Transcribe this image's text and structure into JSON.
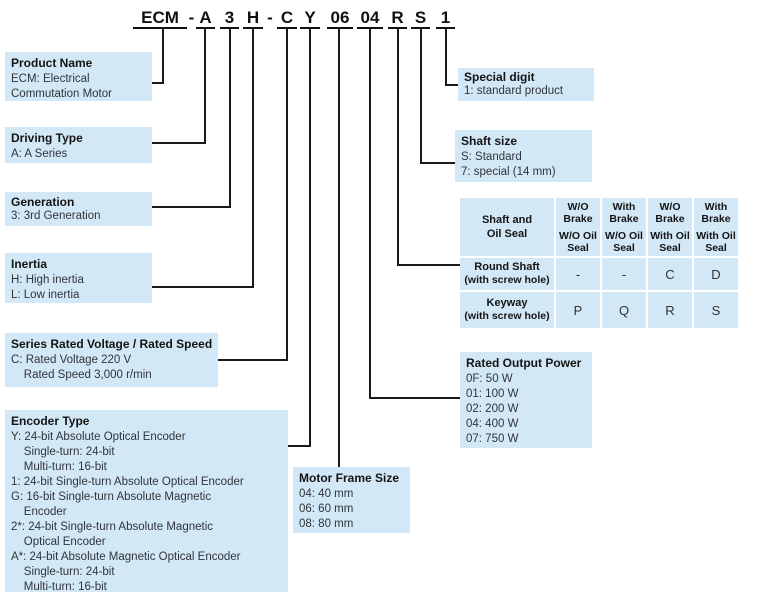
{
  "model_code": {
    "segments": [
      "ECM",
      "-",
      "A",
      "3",
      "H",
      "-",
      "C",
      "Y",
      "06",
      "04",
      "R",
      "S",
      "1"
    ]
  },
  "boxes": {
    "product_name": {
      "title": "Product Name",
      "lines": [
        "ECM: Electrical",
        "Commutation Motor"
      ]
    },
    "driving_type": {
      "title": "Driving Type",
      "lines": [
        "A: A Series"
      ]
    },
    "generation": {
      "title": "Generation",
      "lines": [
        "3: 3rd Generation"
      ]
    },
    "inertia": {
      "title": "Inertia",
      "lines": [
        "H: High inertia",
        "L: Low inertia"
      ]
    },
    "voltage_speed": {
      "title": "Series Rated Voltage / Rated Speed",
      "lines": [
        "C: Rated Voltage 220 V",
        "    Rated Speed 3,000 r/min"
      ]
    },
    "encoder_type": {
      "title": "Encoder Type",
      "lines": [
        "Y: 24-bit Absolute Optical Encoder",
        "    Single-turn: 24-bit",
        "    Multi-turn: 16-bit",
        "1: 24-bit Single-turn Absolute Optical Encoder",
        "G: 16-bit Single-turn Absolute Magnetic",
        "    Encoder",
        "2*: 24-bit Single-turn Absolute Magnetic",
        "    Optical Encoder",
        "A*: 24-bit Absolute Magnetic Optical Encoder",
        "    Single-turn: 24-bit",
        "    Multi-turn: 16-bit"
      ]
    },
    "motor_frame": {
      "title": "Motor Frame Size",
      "lines": [
        "04: 40 mm",
        "06: 60 mm",
        "08: 80 mm"
      ]
    },
    "special_digit": {
      "title": "Special digit",
      "lines": [
        "1: standard product"
      ]
    },
    "shaft_size": {
      "title": "Shaft size",
      "lines": [
        "S: Standard",
        "7: special (14 mm)"
      ]
    },
    "rated_power": {
      "title": "Rated Output Power",
      "lines": [
        "0F: 50 W",
        "01: 100 W",
        "02: 200 W",
        "04: 400 W",
        "07: 750 W"
      ]
    }
  },
  "table": {
    "corner": {
      "line1": "Shaft and",
      "line2": "Oil Seal"
    },
    "col_headers": [
      {
        "top": "W/O Brake",
        "bottom": "W/O Oil Seal"
      },
      {
        "top": "With Brake",
        "bottom": "W/O Oil Seal"
      },
      {
        "top": "W/O Brake",
        "bottom": "With Oil Seal"
      },
      {
        "top": "With Brake",
        "bottom": "With Oil Seal"
      }
    ],
    "rows": [
      {
        "label": "Round Shaft",
        "sublabel": "(with screw hole)",
        "values": [
          "-",
          "-",
          "C",
          "D"
        ]
      },
      {
        "label": "Keyway",
        "sublabel": "(with screw hole)",
        "values": [
          "P",
          "Q",
          "R",
          "S"
        ]
      }
    ]
  },
  "colors": {
    "box_fill": "#d3e8f6",
    "line": "#1a1a1a"
  }
}
